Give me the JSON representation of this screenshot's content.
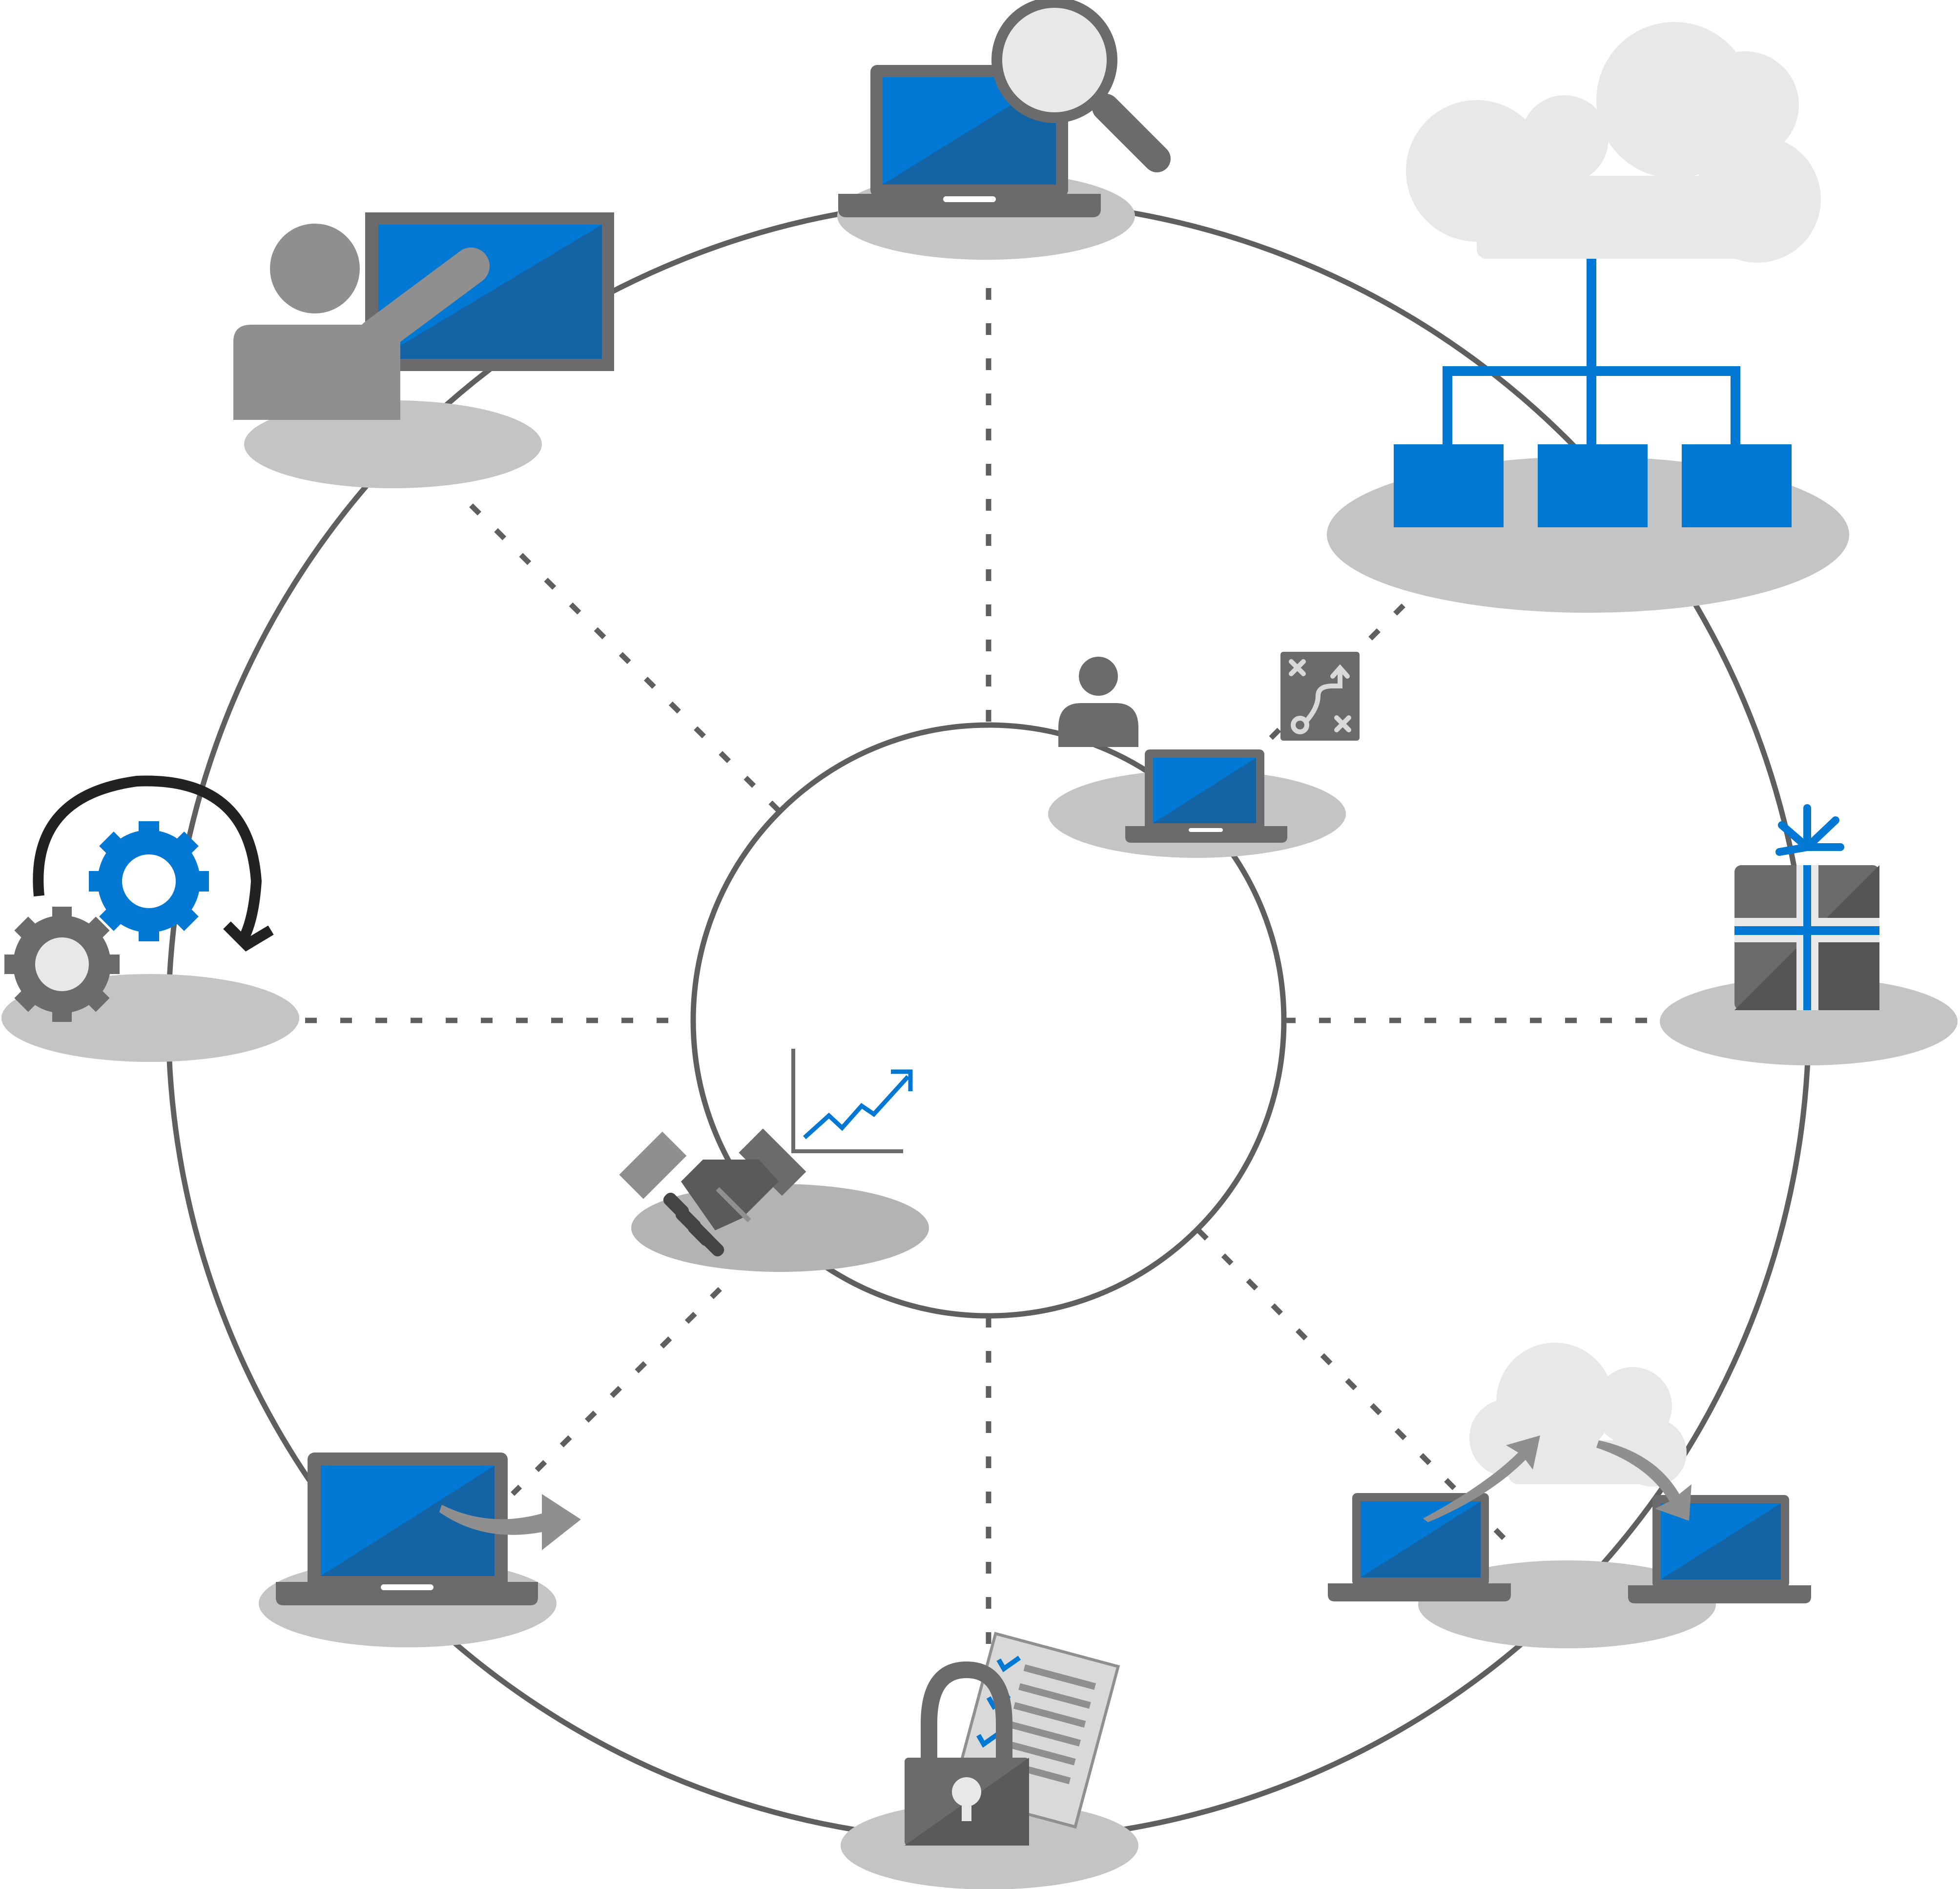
{
  "diagram": {
    "colors": {
      "ring": "#5f5f5f",
      "spoke": "#5f5f5f",
      "platform": "#c4c4c4",
      "blue": "#0078d4",
      "blue_dark": "#1464a5",
      "gray_dark": "#6b6b6d",
      "gray_mid": "#8f8f8f",
      "gray_light": "#e8e8e8",
      "black": "#222222"
    },
    "nodes": [
      {
        "id": "assess",
        "icon": "laptop-magnifier-icon"
      },
      {
        "id": "cloud-architecture",
        "icon": "cloud-hierarchy-icon"
      },
      {
        "id": "deliver",
        "icon": "gift-box-icon"
      },
      {
        "id": "migrate",
        "icon": "laptop-cloud-transfer-icon"
      },
      {
        "id": "secure",
        "icon": "padlock-checklist-icon"
      },
      {
        "id": "deploy",
        "icon": "laptop-arrow-icon"
      },
      {
        "id": "operate",
        "icon": "gears-cycle-icon"
      },
      {
        "id": "present",
        "icon": "presenter-screen-icon"
      },
      {
        "id": "strategy",
        "icon": "user-laptop-strategy-icon"
      },
      {
        "id": "partnership",
        "icon": "handshake-growth-icon"
      }
    ]
  }
}
